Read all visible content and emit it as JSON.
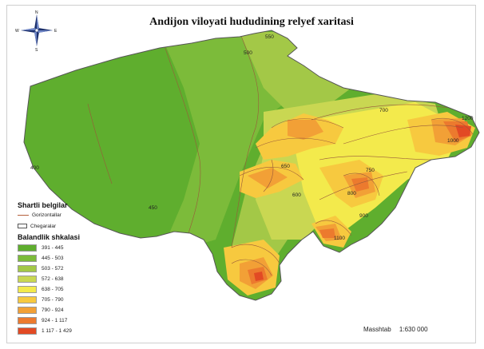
{
  "title": "Andijon viloyati hududining relyef xaritasi",
  "compass": {
    "n": "N",
    "s": "S",
    "e": "E",
    "w": "W",
    "icon": "compass-rose-icon"
  },
  "legend": {
    "heading": "Shartli belgilar",
    "contour_label": "Gorizontallar",
    "border_label": "Chegaralar",
    "scale_heading": "Balandlik shkalasi",
    "classes": [
      {
        "label": "391 - 445",
        "color": "#5fae2e"
      },
      {
        "label": "445 - 503",
        "color": "#7cbb3a"
      },
      {
        "label": "503 - 572",
        "color": "#a3c847"
      },
      {
        "label": "572 - 638",
        "color": "#c9d752"
      },
      {
        "label": "638 - 705",
        "color": "#f3ea4c"
      },
      {
        "label": "705 - 790",
        "color": "#f7c93f"
      },
      {
        "label": "790 - 924",
        "color": "#f2a036"
      },
      {
        "label": "924 - 1 117",
        "color": "#ec7a2e"
      },
      {
        "label": "1 117 - 1 429",
        "color": "#e24a24"
      }
    ]
  },
  "scale": {
    "label": "Masshtab",
    "value": "1:630 000"
  },
  "contour_labels": [
    "400",
    "450",
    "500",
    "550",
    "600",
    "650",
    "700",
    "750",
    "800",
    "900",
    "1000",
    "1100",
    "1200"
  ]
}
